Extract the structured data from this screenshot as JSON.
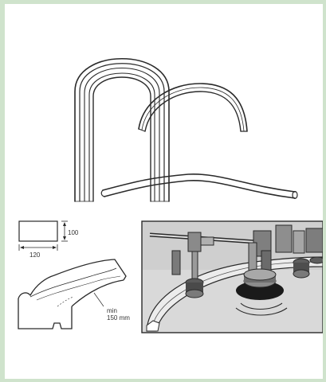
{
  "labels": {
    "height_dim": "100",
    "width_dim": "120",
    "min_line1": "min",
    "min_line2": "150 mm"
  }
}
